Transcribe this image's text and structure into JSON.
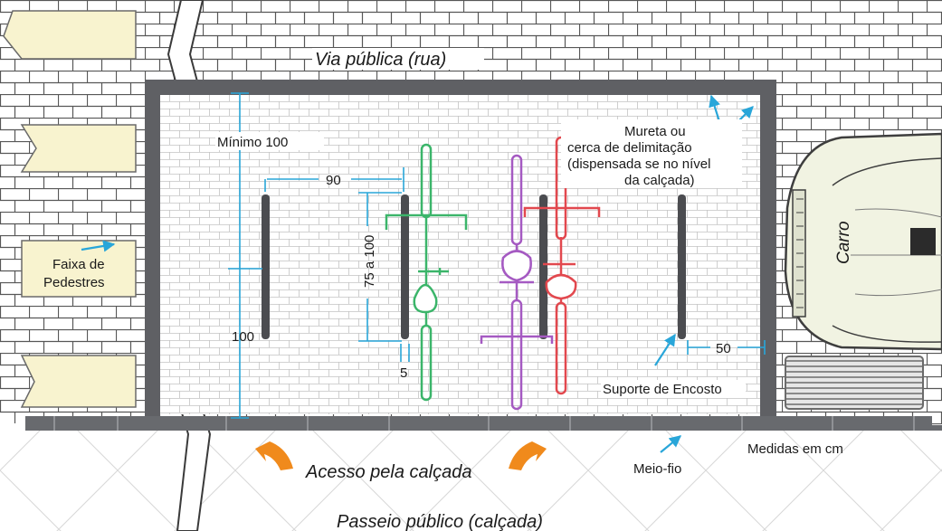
{
  "labels": {
    "street": "Via pública (rua)",
    "minimum": "Mínimo 100",
    "dim_90": "90",
    "dim_75_100": "75 a 100",
    "dim_100": "100",
    "dim_5": "5",
    "dim_50": "50",
    "wall_note_1": "Mureta ou",
    "wall_note_2": "cerca de delimitação",
    "wall_note_3": "(dispensada se no nível",
    "wall_note_4": "da calçada)",
    "crosswalk_1": "Faixa de",
    "crosswalk_2": "Pedestres",
    "car": "Carro",
    "rack_support": "Suporte de Encosto",
    "access": "Acesso pela calçada",
    "curb": "Meio-fio",
    "units": "Medidas em cm",
    "sidewalk": "Passeio público (calçada)"
  },
  "colors": {
    "wall": "#5f6064",
    "rack": "#4b4c50",
    "dimension": "#29a6d9",
    "arrow": "#f08a1c",
    "crosswalk": "#f8f3cf",
    "car": "#f1f3e2",
    "bike_green": "#3bb56a",
    "bike_purple": "#a55ac2",
    "bike_red": "#e2484e"
  }
}
